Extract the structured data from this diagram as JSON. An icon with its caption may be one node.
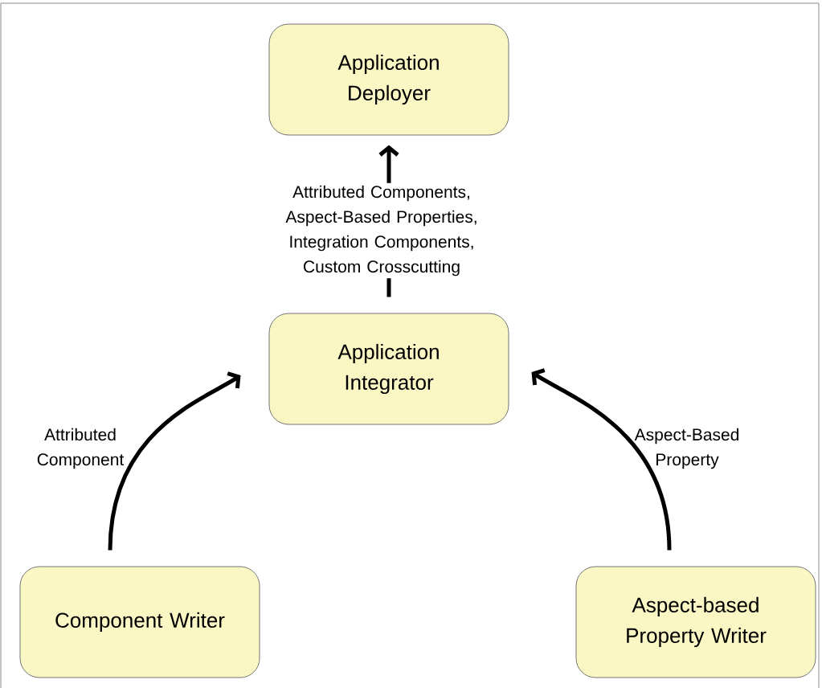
{
  "diagram": {
    "nodes": [
      {
        "text": [
          "Application Deployer"
        ]
      },
      {
        "text": [
          "Application Integrator"
        ]
      },
      {
        "text": [
          "Component Writer"
        ]
      },
      {
        "text": [
          "Aspect-based Property Writer"
        ]
      }
    ],
    "edges": [
      {
        "from": 1,
        "to": 0,
        "arrow": "to",
        "label": "Attributed Components, Aspect-Based Properties, Integration Components, Custom Crosscutting"
      },
      {
        "from": 2,
        "to": 1,
        "arrow": "to",
        "label": "Attributed Component"
      },
      {
        "from": 3,
        "to": 1,
        "arrow": "to",
        "label": "Aspect-Based Property"
      }
    ]
  }
}
